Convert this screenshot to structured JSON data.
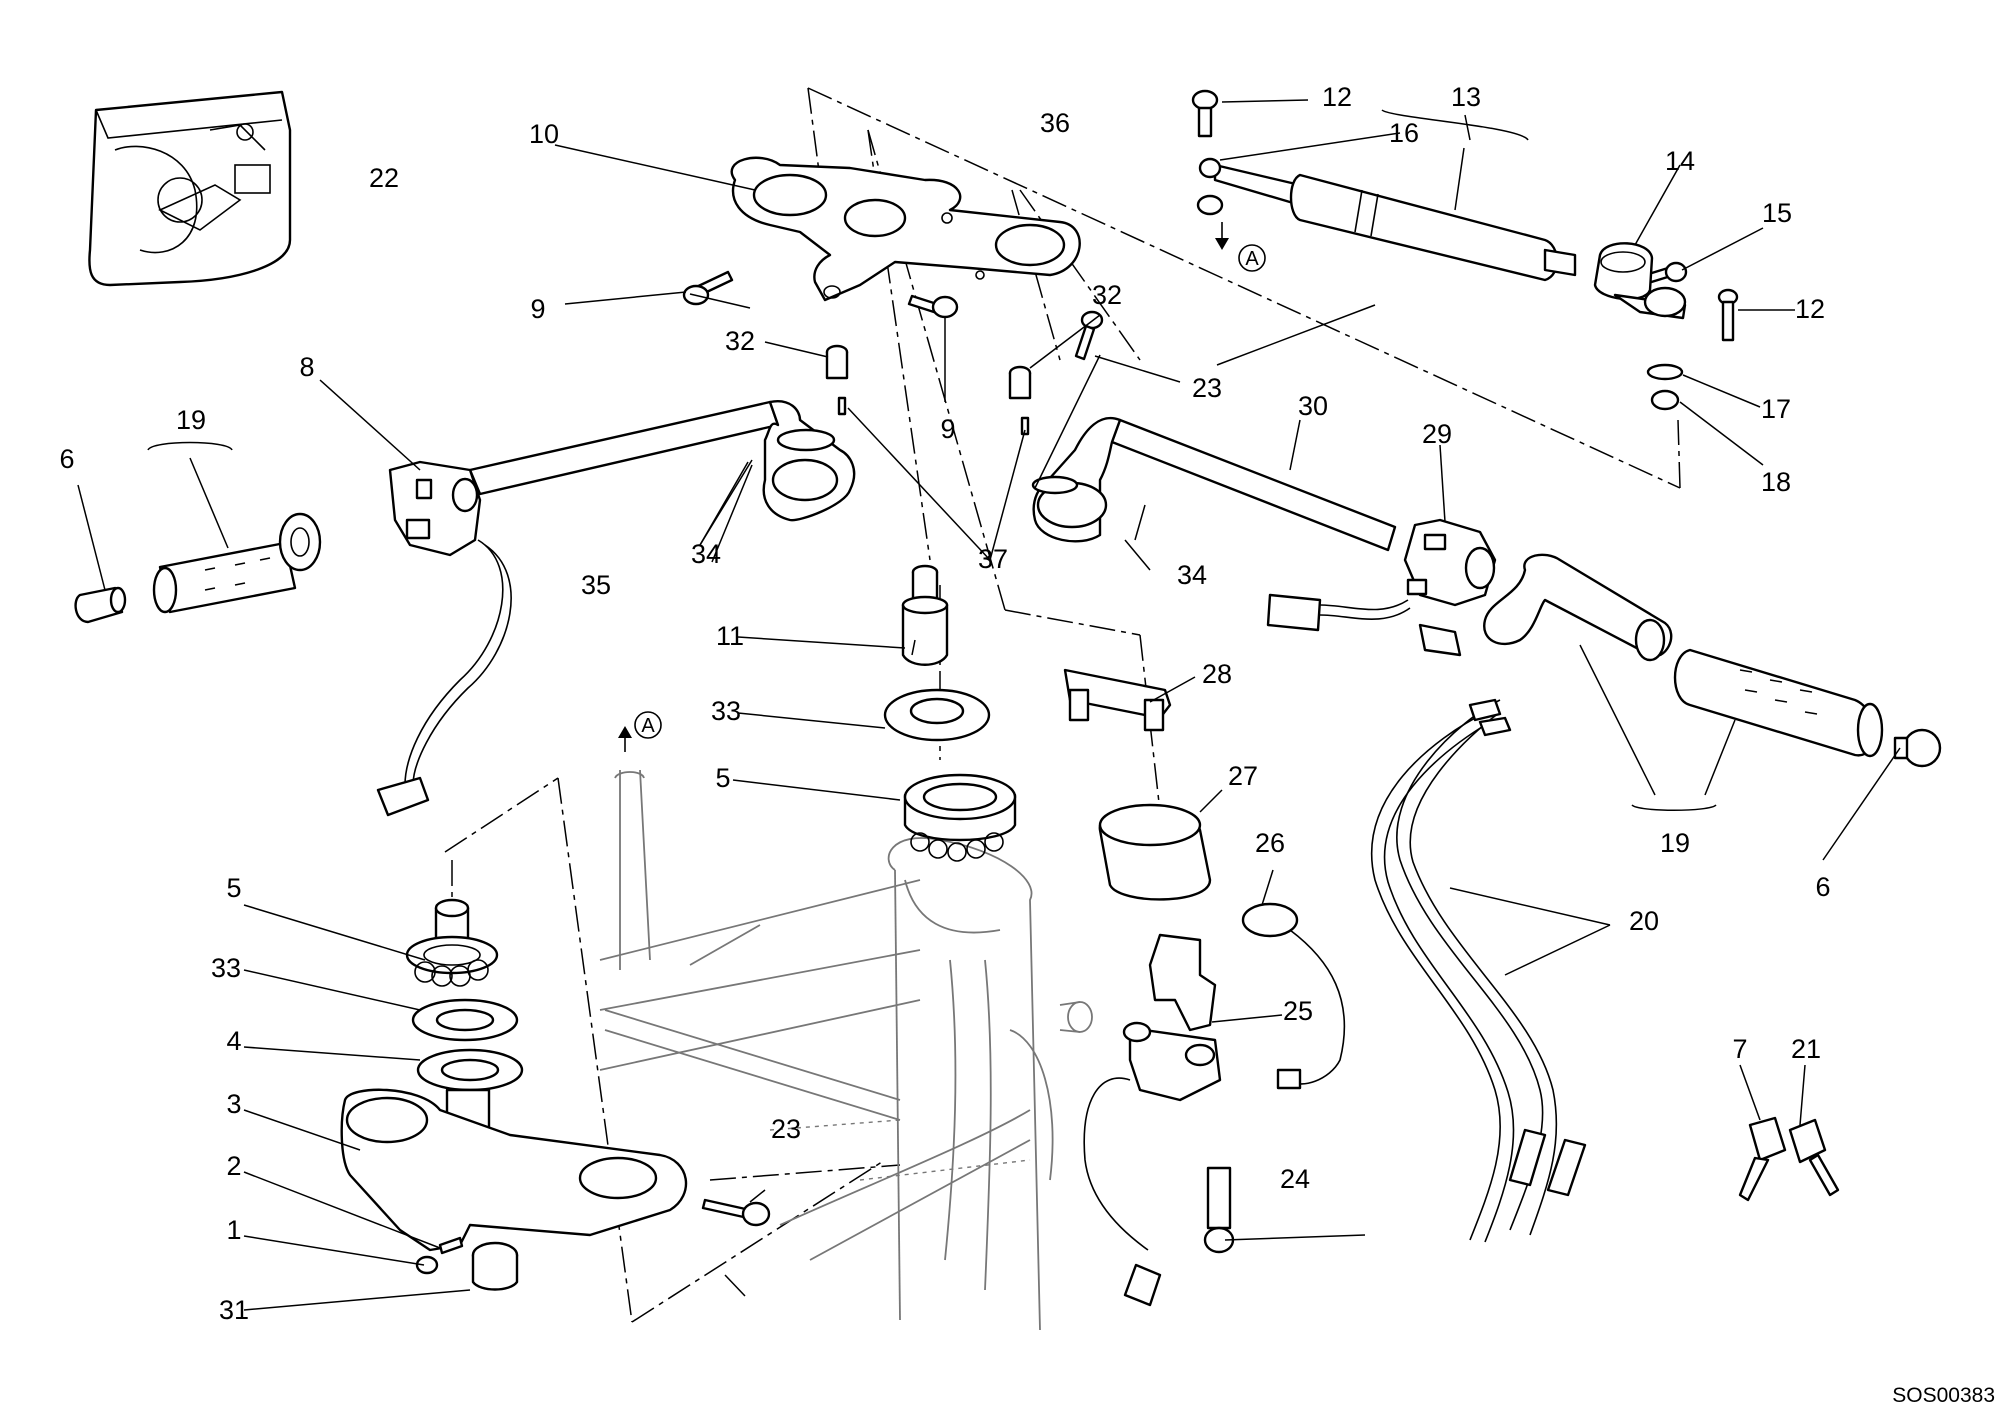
{
  "document_code": "SOS00383",
  "reference_mark": "A",
  "callouts": [
    {
      "id": "c1",
      "label": "1"
    },
    {
      "id": "c2",
      "label": "2"
    },
    {
      "id": "c3",
      "label": "3"
    },
    {
      "id": "c4",
      "label": "4"
    },
    {
      "id": "c5a",
      "label": "5"
    },
    {
      "id": "c5b",
      "label": "5"
    },
    {
      "id": "c6a",
      "label": "6"
    },
    {
      "id": "c6b",
      "label": "6"
    },
    {
      "id": "c7",
      "label": "7"
    },
    {
      "id": "c8",
      "label": "8"
    },
    {
      "id": "c9a",
      "label": "9"
    },
    {
      "id": "c9b",
      "label": "9"
    },
    {
      "id": "c10",
      "label": "10"
    },
    {
      "id": "c11",
      "label": "11"
    },
    {
      "id": "c12a",
      "label": "12"
    },
    {
      "id": "c12b",
      "label": "12"
    },
    {
      "id": "c13",
      "label": "13"
    },
    {
      "id": "c14",
      "label": "14"
    },
    {
      "id": "c15",
      "label": "15"
    },
    {
      "id": "c16",
      "label": "16"
    },
    {
      "id": "c17",
      "label": "17"
    },
    {
      "id": "c18",
      "label": "18"
    },
    {
      "id": "c19a",
      "label": "19"
    },
    {
      "id": "c19b",
      "label": "19"
    },
    {
      "id": "c20",
      "label": "20"
    },
    {
      "id": "c21",
      "label": "21"
    },
    {
      "id": "c22",
      "label": "22"
    },
    {
      "id": "c23a",
      "label": "23"
    },
    {
      "id": "c23b",
      "label": "23"
    },
    {
      "id": "c24",
      "label": "24"
    },
    {
      "id": "c25",
      "label": "25"
    },
    {
      "id": "c26",
      "label": "26"
    },
    {
      "id": "c27",
      "label": "27"
    },
    {
      "id": "c28",
      "label": "28"
    },
    {
      "id": "c29",
      "label": "29"
    },
    {
      "id": "c30",
      "label": "30"
    },
    {
      "id": "c31",
      "label": "31"
    },
    {
      "id": "c32a",
      "label": "32"
    },
    {
      "id": "c32b",
      "label": "32"
    },
    {
      "id": "c33a",
      "label": "33"
    },
    {
      "id": "c33b",
      "label": "33"
    },
    {
      "id": "c34a",
      "label": "34"
    },
    {
      "id": "c34b",
      "label": "34"
    },
    {
      "id": "c35",
      "label": "35"
    },
    {
      "id": "c36",
      "label": "36"
    },
    {
      "id": "c37",
      "label": "37"
    }
  ]
}
